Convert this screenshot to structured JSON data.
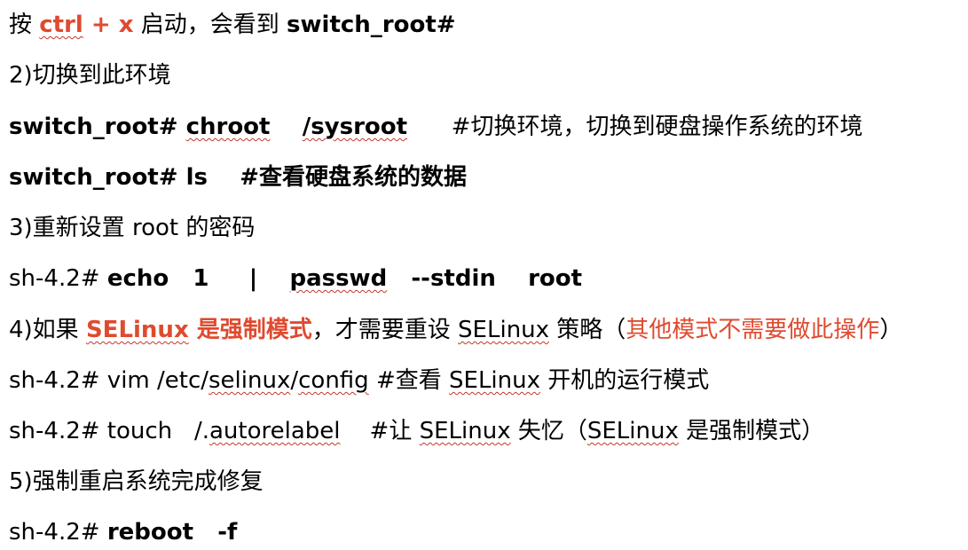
{
  "colors": {
    "text": "#000000",
    "accent_red": "#e04a2f",
    "spell_squiggle": "#c0392b"
  },
  "lines": [
    {
      "segments": [
        {
          "text": "按 "
        },
        {
          "text": "ctrl",
          "bold": true,
          "color": "red",
          "squiggle": true
        },
        {
          "text": " + x",
          "bold": true,
          "color": "red"
        },
        {
          "text": " 启动，会看到 "
        },
        {
          "text": "switch_root#",
          "bold": true
        }
      ]
    },
    {
      "segments": [
        {
          "text": "2)切换到此环境"
        }
      ]
    },
    {
      "segments": [
        {
          "text": "switch_root# ",
          "bold": true
        },
        {
          "text": "chroot",
          "bold": true,
          "squiggle": true
        },
        {
          "text": "    ",
          "bold": true
        },
        {
          "text": "/sysroot",
          "bold": true,
          "squiggle": true
        },
        {
          "text": "      #切换环境，切换到硬盘操作系统的环境"
        }
      ]
    },
    {
      "segments": [
        {
          "text": "switch_root# ls    #查看硬盘系统的数据",
          "bold": true
        }
      ]
    },
    {
      "segments": [
        {
          "text": "3)重新设置 root 的密码"
        }
      ]
    },
    {
      "segments": [
        {
          "text": "sh-4.2# "
        },
        {
          "text": "echo   1     |    ",
          "bold": true
        },
        {
          "text": "passwd",
          "bold": true,
          "squiggle": true
        },
        {
          "text": "   --stdin",
          "bold": true
        },
        {
          "text": "    root",
          "bold": true
        }
      ]
    },
    {
      "segments": [
        {
          "text": "4)如果 "
        },
        {
          "text": "SELinux",
          "bold": true,
          "color": "red",
          "squiggle": true
        },
        {
          "text": " 是强制模式",
          "bold": true,
          "color": "red"
        },
        {
          "text": "，才需要重设 "
        },
        {
          "text": "SELinux",
          "squiggle": true
        },
        {
          "text": " 策略（"
        },
        {
          "text": "其他模式不需要做此操作",
          "color": "red"
        },
        {
          "text": "）"
        }
      ]
    },
    {
      "segments": [
        {
          "text": "sh-4.2# vim /etc/"
        },
        {
          "text": "selinux",
          "squiggle": true
        },
        {
          "text": "/"
        },
        {
          "text": "config",
          "squiggle": true
        },
        {
          "text": " #查看 "
        },
        {
          "text": "SELinux",
          "squiggle": true
        },
        {
          "text": " 开机的运行模式"
        }
      ]
    },
    {
      "segments": [
        {
          "text": "sh-4.2# touch   /."
        },
        {
          "text": "autorelabel",
          "squiggle": true
        },
        {
          "text": "    #让 "
        },
        {
          "text": "SELinux",
          "squiggle": true
        },
        {
          "text": " 失忆（"
        },
        {
          "text": "SELinux",
          "squiggle": true
        },
        {
          "text": " 是强制模式）"
        }
      ]
    },
    {
      "segments": [
        {
          "text": "5)强制重启系统完成修复"
        }
      ]
    },
    {
      "segments": [
        {
          "text": "sh-4.2# "
        },
        {
          "text": "reboot   -f",
          "bold": true
        }
      ]
    }
  ]
}
